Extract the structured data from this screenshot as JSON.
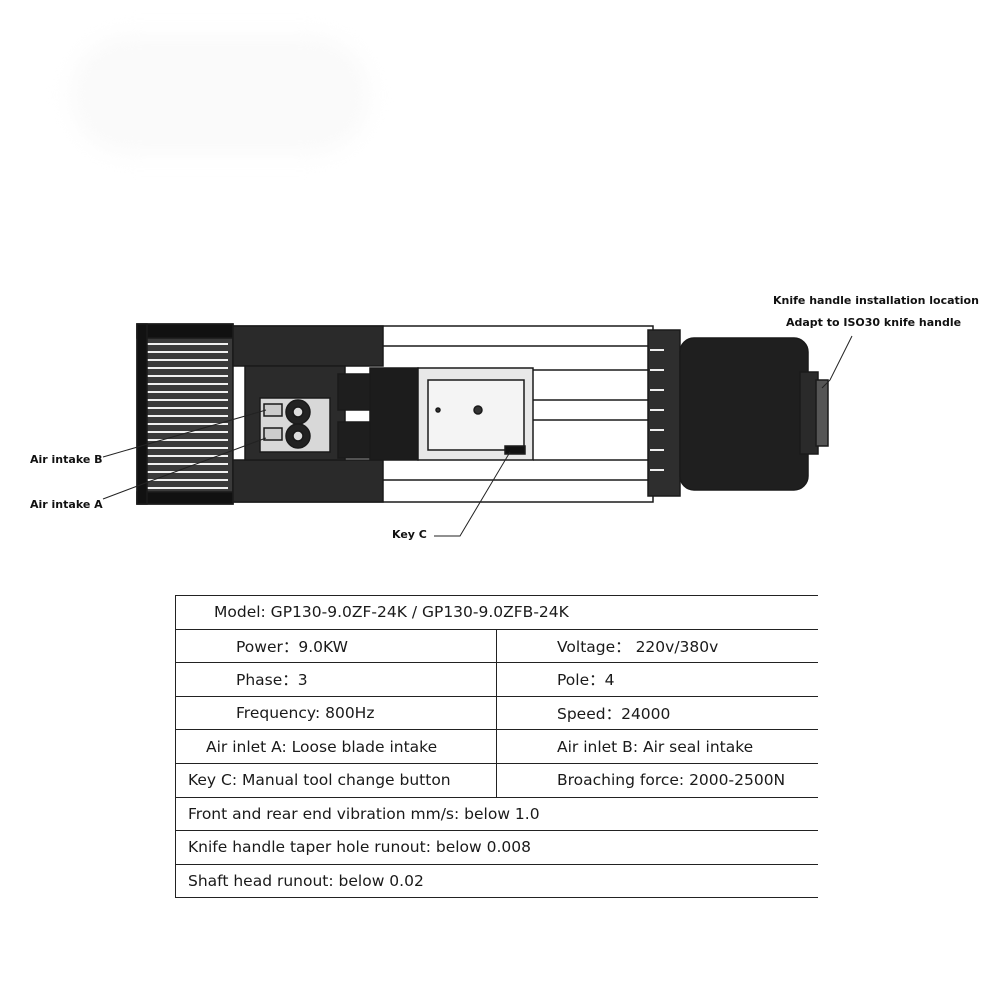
{
  "callouts": {
    "knife_handle_location": "Knife handle installation location",
    "adapt_iso30": "Adapt to ISO30 knife handle",
    "air_intake_b": "Air intake B",
    "air_intake_a": "Air intake A",
    "key_c": "Key C"
  },
  "spec_table": {
    "model": "Model: GP130-9.0ZF-24K / GP130-9.0ZFB-24K",
    "rows": [
      {
        "left": "Power：9.0KW",
        "right": "Voltage：  220v/380v"
      },
      {
        "left": "Phase：3",
        "right": "Pole：4"
      },
      {
        "left": "Frequency: 800Hz",
        "right": "Speed：24000"
      },
      {
        "left": "Air inlet A: Loose blade intake",
        "right": "Air inlet B:  Air seal intake"
      },
      {
        "left": "Key C: Manual tool change button",
        "right": "Broaching force: 2000-2500N"
      }
    ],
    "full_rows": [
      "Front and rear end vibration mm/s: below 1.0",
      "Knife handle taper hole runout: below 0.008",
      "Shaft head runout: below 0.02"
    ]
  }
}
